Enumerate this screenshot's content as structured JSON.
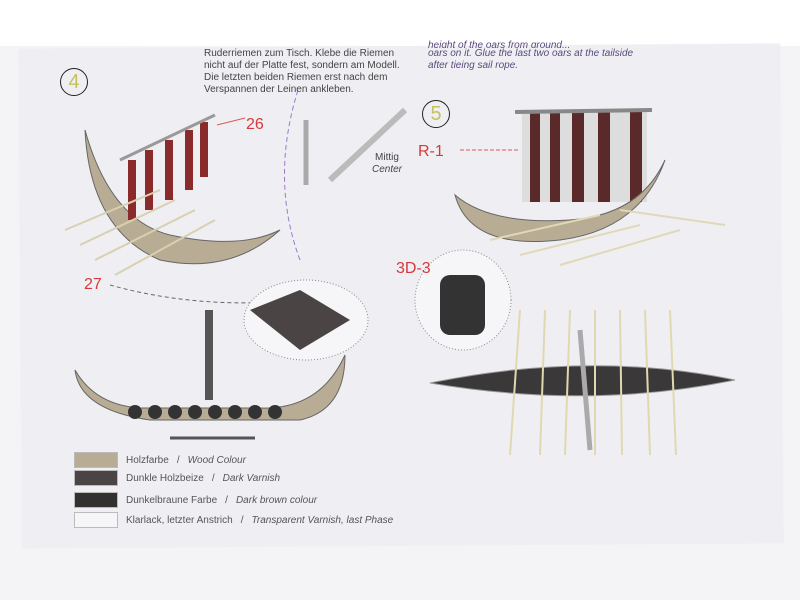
{
  "instructions": {
    "de_lines": [
      "Ruderriemen zum Tisch. Klebe die Riemen",
      "nicht auf der Platte fest, sondern am Modell.",
      "Die letzten beiden Riemen erst nach dem",
      "Verspannen der Leinen ankleben."
    ],
    "en_lines": [
      "height of the oars from ground...",
      "oars on it. Glue the last two oars at the tailside",
      "after tieing sail rope."
    ]
  },
  "steps": [
    "4",
    "5"
  ],
  "labels": {
    "l26": "26",
    "l27": "27",
    "r1": "R-1",
    "d3": "3D-3",
    "mittig": "Mittig",
    "center": "Center"
  },
  "legend": [
    {
      "de": "Holzfarbe",
      "en": "Wood Colour",
      "color": "#b8ad94"
    },
    {
      "de": "Dunkle Holzbeize",
      "en": "Dark Varnish",
      "color": "#4a4444"
    },
    {
      "de": "Dunkelbraune Farbe",
      "en": "Dark brown colour",
      "color": "#333030"
    },
    {
      "de": "Klarlack, letzter Anstrich",
      "en": "Transparent Varnish, last Phase",
      "color": "#f6f6f8"
    }
  ]
}
